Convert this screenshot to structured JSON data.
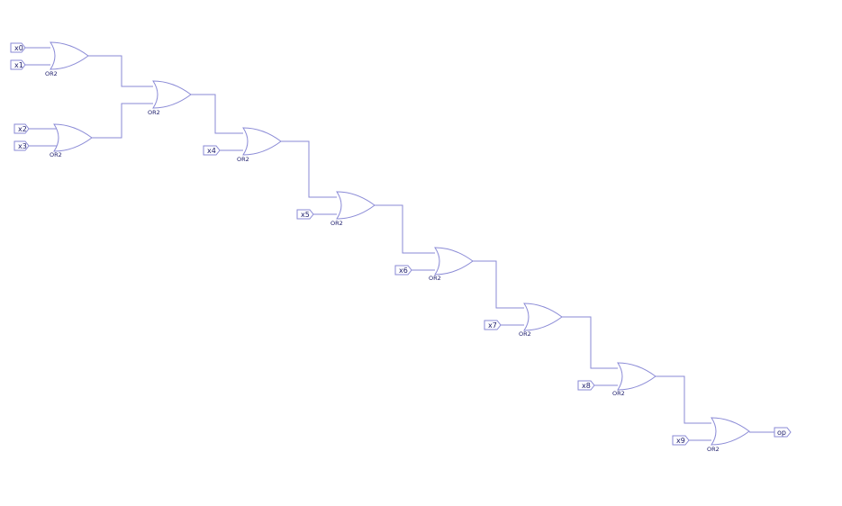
{
  "gate_type": "OR2",
  "inputs": [
    "x0",
    "x1",
    "x2",
    "x3",
    "x4",
    "x5",
    "x6",
    "x7",
    "x8",
    "x9"
  ],
  "output": "op",
  "colors": {
    "wire": "#8a8ad6",
    "text": "#1a1a6a",
    "background": "#ffffff"
  }
}
